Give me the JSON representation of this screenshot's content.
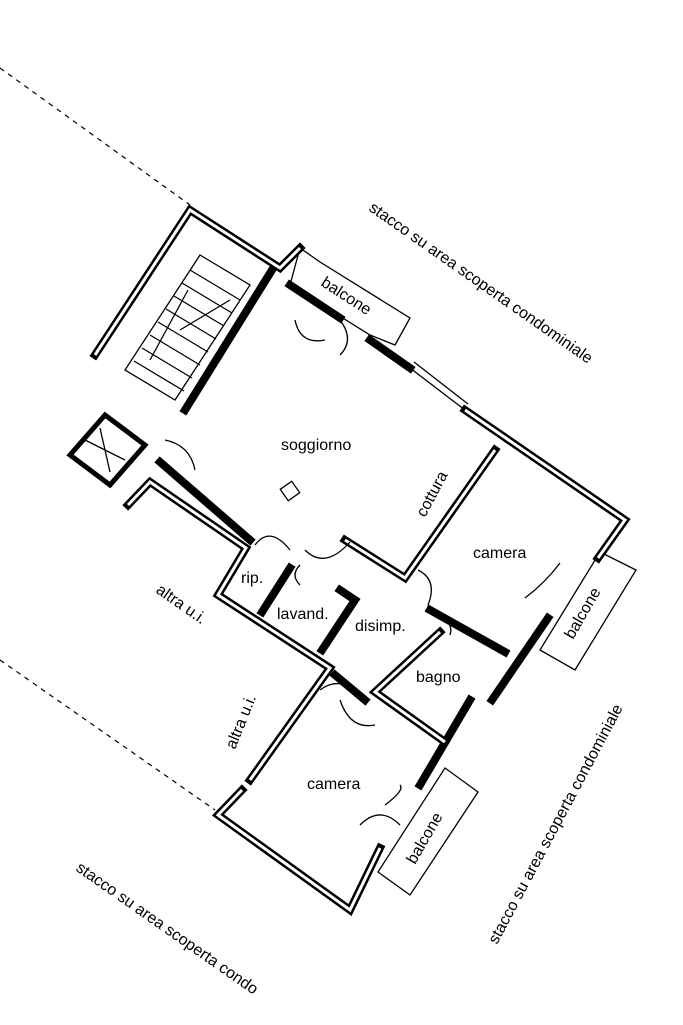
{
  "plan": {
    "exterior_labels": {
      "top_right": "stacco su area scoperta condominiale",
      "right": "stacco su area scoperta condominiale",
      "bottom_left": "stacco su area scoperta condo"
    },
    "rooms": {
      "soggiorno": "soggiorno",
      "cottura": "cottura",
      "camera_right": "camera",
      "camera_bottom": "camera",
      "rip": "rip.",
      "lavand": "lavand.",
      "disimp": "disimp.",
      "bagno": "bagno"
    },
    "balconies": {
      "top": "balcone",
      "right": "balcone",
      "bottom": "balcone"
    },
    "neighbors": {
      "upper": "altra u.i.",
      "lower": "altra u.i."
    }
  }
}
